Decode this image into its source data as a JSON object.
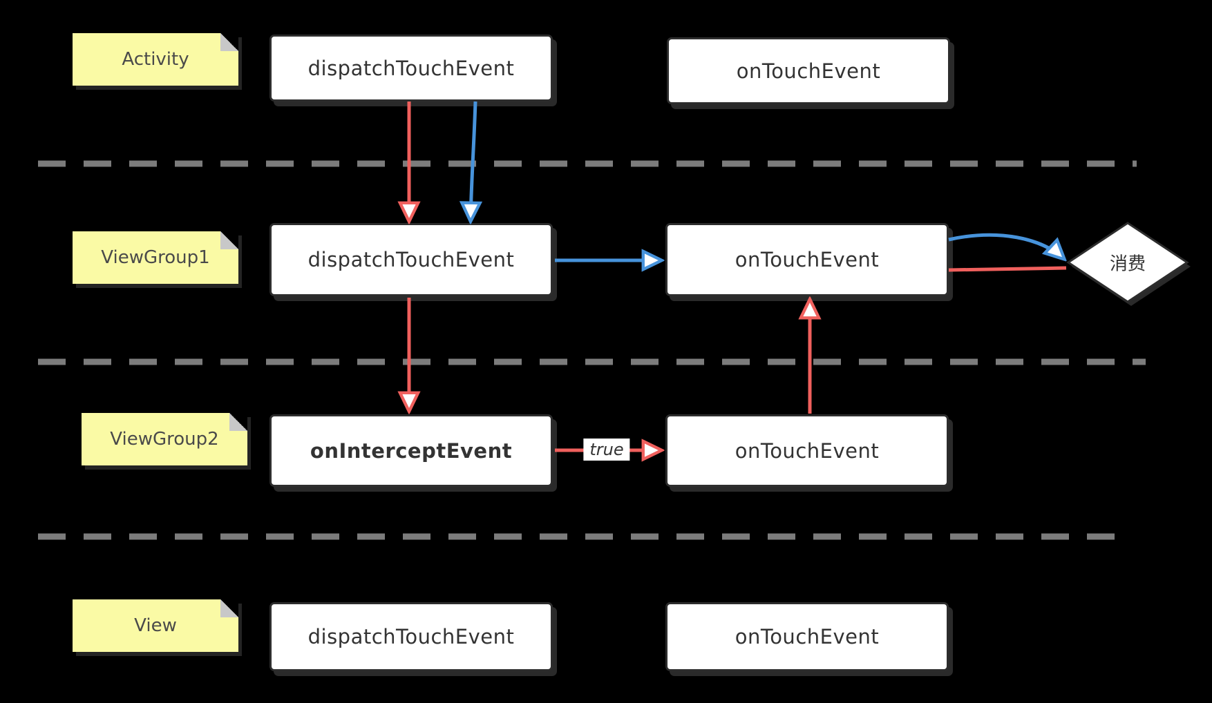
{
  "notes": {
    "activity": {
      "label": "Activity"
    },
    "viewgroup1": {
      "label": "ViewGroup1"
    },
    "viewgroup2": {
      "label": "ViewGroup2"
    },
    "view": {
      "label": "View"
    }
  },
  "boxes": {
    "activity_dispatch": {
      "label": "dispatchTouchEvent"
    },
    "activity_ontouch": {
      "label": "onTouchEvent"
    },
    "viewgroup1_dispatch": {
      "label": "dispatchTouchEvent"
    },
    "viewgroup1_ontouch": {
      "label": "onTouchEvent"
    },
    "viewgroup2_intercept": {
      "label": "onInterceptEvent"
    },
    "viewgroup2_ontouch": {
      "label": "onTouchEvent"
    },
    "view_dispatch": {
      "label": "dispatchTouchEvent"
    },
    "view_ontouch": {
      "label": "onTouchEvent"
    }
  },
  "decision": {
    "label": "消费"
  },
  "edge_labels": {
    "intercept_true": "true"
  },
  "edges": [
    {
      "from": "activity_dispatch",
      "to": "viewgroup1_dispatch",
      "color": "red"
    },
    {
      "from": "activity_dispatch",
      "to": "viewgroup1_dispatch",
      "color": "blue"
    },
    {
      "from": "viewgroup1_dispatch",
      "to": "viewgroup1_ontouch",
      "color": "blue"
    },
    {
      "from": "viewgroup1_dispatch",
      "to": "viewgroup2_intercept",
      "color": "red"
    },
    {
      "from": "viewgroup2_intercept",
      "to": "viewgroup2_ontouch",
      "color": "red",
      "label": "true"
    },
    {
      "from": "viewgroup2_ontouch",
      "to": "viewgroup1_ontouch",
      "color": "red"
    },
    {
      "from": "viewgroup1_ontouch",
      "to": "decision",
      "color": "blue"
    },
    {
      "from": "viewgroup1_ontouch",
      "to": "decision",
      "color": "red"
    }
  ],
  "colors": {
    "background": "#000000",
    "red": "#F0605D",
    "blue": "#4793DB",
    "note_fill": "#FAFAA5",
    "note_fold": "#C8C8C8",
    "box_fill": "#FFFFFF",
    "box_border": "#2D2D2D",
    "divider": "#7C7C7C",
    "text": "#333333"
  }
}
